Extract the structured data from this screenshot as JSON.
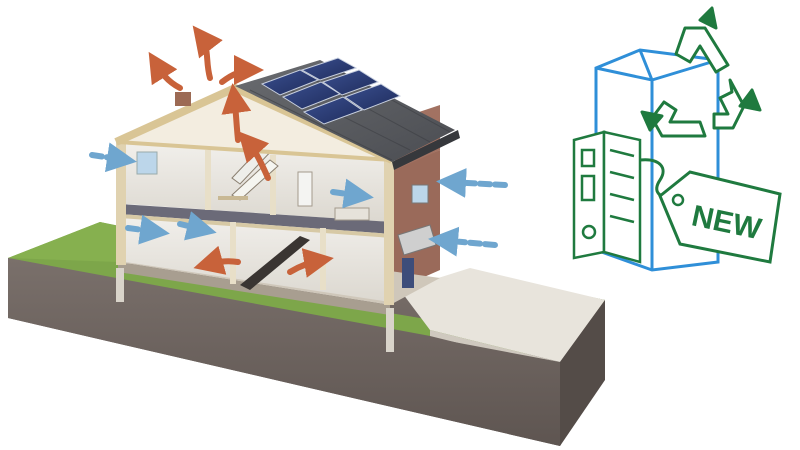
{
  "illustration": {
    "house": {
      "name": "house-cutaway",
      "solar_panels": 6,
      "floors": 2
    },
    "airflow": {
      "warm_color": "#c8623a",
      "cool_color": "#6fa6cf"
    },
    "ground": {
      "grass_color": "#7da64a",
      "soil_color": "#6e6460",
      "paving_color": "#e8e4dc"
    },
    "badge": {
      "icon": "recycle-icon",
      "device": "ventilation-unit",
      "tag_text": "NEW",
      "accent_color": "#1f7a3f",
      "unit_color": "#2f8fd8"
    }
  }
}
